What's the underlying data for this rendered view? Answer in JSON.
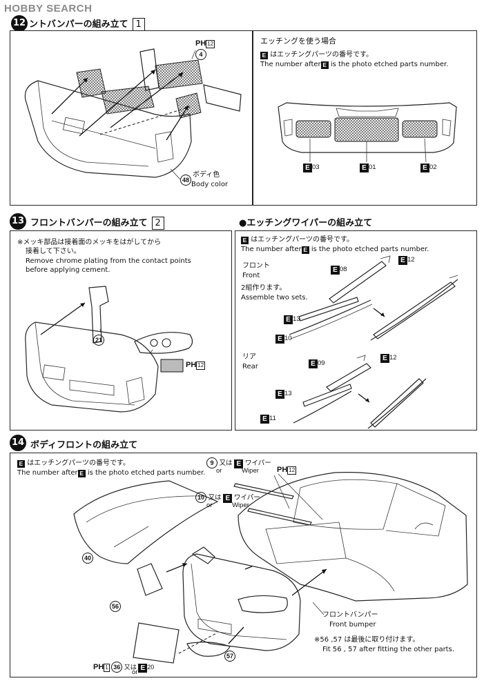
{
  "watermark": "HOBBY SEARCH",
  "step12": {
    "title": "ントバンパーの組み立て",
    "box_num": "1",
    "left_panel": {
      "part_ph": "PH",
      "part_ph_box": "12",
      "part_4": "4",
      "part_48": "48",
      "body_color_jp": "ボディ色",
      "body_color_en": "Body color"
    },
    "right_panel": {
      "heading": "エッチングを使う場合",
      "note_jp": "はエッチングパーツの番号です。",
      "note_en": "The number after",
      "note_en_tail": "is the photo etched parts  number.",
      "e_marker": "E",
      "labels": [
        "03",
        "01",
        "02"
      ]
    }
  },
  "step13": {
    "number": "13",
    "title": "フロントバンパーの組み立て",
    "box_num": "2",
    "note_jp_1": "※メッキ部品は接着面のメッキをはがしてから",
    "note_jp_2": "接着して下さい。",
    "note_en_1": "Remove chrome plating from the contact points",
    "note_en_2": "before applying cement.",
    "part_21": "21",
    "ph_label": "PH",
    "ph_box": "12"
  },
  "wiper": {
    "title": "●エッチングワイパーの組み立て",
    "note_jp": "はエッチングパーツの番号です。",
    "note_en": "The number after",
    "note_en_tail": "is the photo etched parts  number.",
    "e_marker": "E",
    "front_jp": "フロント",
    "front_en": "Front",
    "sets_jp": "2組作ります。",
    "sets_en": "Assemble two sets.",
    "front_labels": [
      "08",
      "12",
      "13",
      "10"
    ],
    "rear_jp": "リア",
    "rear_en": "Rear",
    "rear_labels": [
      "09",
      "12",
      "13",
      "11"
    ]
  },
  "step14": {
    "number": "14",
    "title": "ボディフロントの組み立て",
    "note_jp": "はエッチングパーツの番号です。",
    "note_en": "The number after",
    "note_en_tail": "is the photo etched parts  number.",
    "e_marker": "E",
    "part_9": "9",
    "part_10": "10",
    "or_jp": "又は",
    "or_en": "or",
    "wiper_jp": "ワイパー",
    "wiper_en": "Wiper",
    "ph_label": "PH",
    "ph_box": "12",
    "part_40": "40",
    "part_56": "56",
    "part_57": "57",
    "front_bumper_jp": "フロントバンパー",
    "front_bumper_en": "Front bumper",
    "fit_note_jp": "※56 ,57 は最後に取り付けます。",
    "fit_note_en": "Fit 56 , 57 after fitting the other parts.",
    "bottom_ph_box": "1",
    "part_36": "36",
    "e20": "20"
  }
}
